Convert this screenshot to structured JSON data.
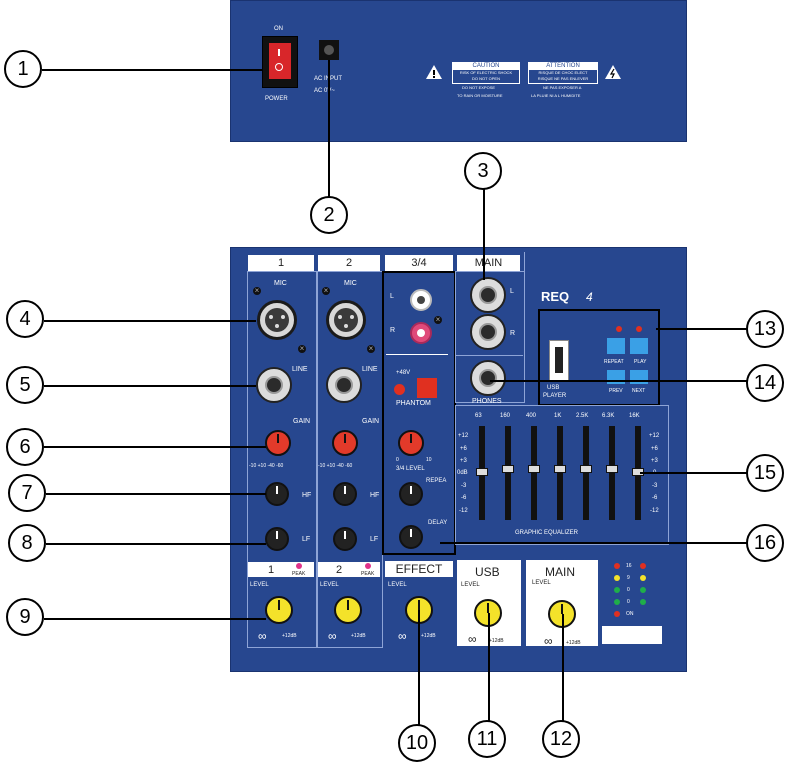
{
  "rear_panel": {
    "on_label": "ON",
    "power_label": "POWER",
    "ac_input_label": "AC INPUT",
    "ac_voltage_label": "AC 0V~",
    "caution": {
      "title": "CAUTION",
      "line1": "RISK OF ELECTRIC SHOCK",
      "line2": "DO NOT OPEN",
      "line3": "DO NOT EXPOSE",
      "line4": "TO RAIN OR MOISTURE"
    },
    "attention": {
      "title": "ATTENTION",
      "line1": "RISQUE DE CHOC ELECT",
      "line2": "RISQUE NE PAS ENLEVER",
      "line3": "NE PAS EXPOSER A",
      "line4": "LA PLUIE NI A L HUMIDITE"
    }
  },
  "mixer": {
    "header": {
      "ch1": "1",
      "ch2": "2",
      "ch34": "3/4",
      "main": "MAIN"
    },
    "brand": "REQ",
    "brand_number": "4",
    "ch1": {
      "mic": "MIC",
      "line": "LINE",
      "gain": "GAIN",
      "gain_scale": "-10 +10 -40 -60",
      "hf": "HF",
      "lf": "LF",
      "num": "1",
      "peak": "PEAK",
      "level": "LEVEL",
      "level_max": "+12dB"
    },
    "ch2": {
      "mic": "MIC",
      "line": "LINE",
      "gain": "GAIN",
      "gain_scale": "-10 +10 -40 -60",
      "hf": "HF",
      "lf": "LF",
      "num": "2",
      "peak": "PEAK",
      "level": "LEVEL",
      "level_max": "+12dB"
    },
    "ch34": {
      "l": "L",
      "r": "R",
      "phantom_v": "+48V",
      "phantom": "PHANTOM",
      "level": "3/4 LEVEL",
      "repeat": "REPEA",
      "delay": "DELAY",
      "scale_lo": "0",
      "scale_hi": "10"
    },
    "main": {
      "l": "L",
      "r": "R",
      "phones": "PHONES"
    },
    "usb_player": {
      "label1": "USB",
      "label2": "PLAYER",
      "repeat": "REPEAT",
      "play": "PLAY",
      "prev": "PREV",
      "next": "NEXT"
    },
    "eq": {
      "title": "GRAPHIC EQUALIZER",
      "bands": [
        "63",
        "160",
        "400",
        "1K",
        "2.5K",
        "6.3K",
        "16K"
      ],
      "scale": [
        "+12",
        "+6",
        "+3",
        "0dB",
        "-3",
        "-6",
        "-12"
      ],
      "scale_right": [
        "+12",
        "+6",
        "+3",
        "0",
        "-3",
        "-6",
        "-12"
      ]
    },
    "bottom": {
      "effect": "EFFECT",
      "effect_level": "LEVEL",
      "effect_max": "+12dB",
      "usb": "USB",
      "usb_level": "LEVEL",
      "usb_max": "+12dB",
      "main": "MAIN",
      "main_level": "LEVEL",
      "main_max": "+12dB"
    },
    "meter": [
      "16",
      "9",
      "0",
      "0",
      "ON"
    ]
  },
  "callouts": [
    "1",
    "2",
    "3",
    "4",
    "5",
    "6",
    "7",
    "8",
    "9",
    "10",
    "11",
    "12",
    "13",
    "14",
    "15",
    "16"
  ],
  "colors": {
    "panel": "#27478f",
    "knob_red": "#e23a2a",
    "knob_yellow": "#f4e22a",
    "button_blue": "#3aa0e6"
  }
}
